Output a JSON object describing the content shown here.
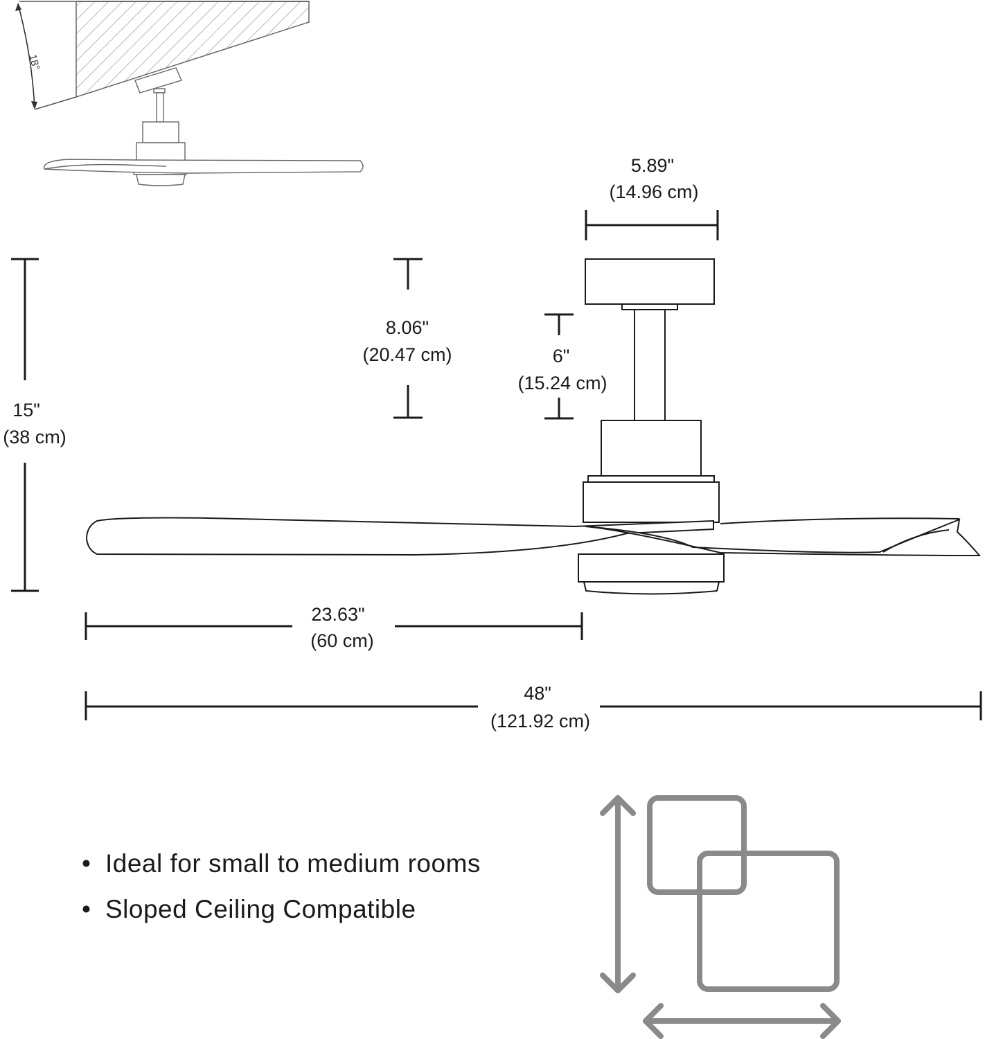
{
  "diagram": {
    "slope_angle": "18°",
    "canopy_width": {
      "imperial": "5.89\"",
      "metric": "(14.96 cm)"
    },
    "ceiling_to_blade": {
      "imperial": "8.06\"",
      "metric": "(20.47 cm)"
    },
    "downrod_length": {
      "imperial": "6\"",
      "metric": "(15.24 cm)"
    },
    "overall_height": {
      "imperial": "15\"",
      "metric": "(38 cm)"
    },
    "blade_radius": {
      "imperial": "23.63\"",
      "metric": "(60 cm)"
    },
    "blade_span": {
      "imperial": "48\"",
      "metric": "(121.92 cm)"
    }
  },
  "features": [
    {
      "bullet": "•",
      "text": "Ideal for small to medium rooms"
    },
    {
      "bullet": "•",
      "text": "Sloped Ceiling Compatible"
    }
  ],
  "room_size_icon": {
    "name": "room-size-icon",
    "color": "#8a8a8a"
  },
  "colors": {
    "line": "#1a1a1a",
    "hatch": "#9a9a9a",
    "icon_gray": "#8a8a8a"
  }
}
